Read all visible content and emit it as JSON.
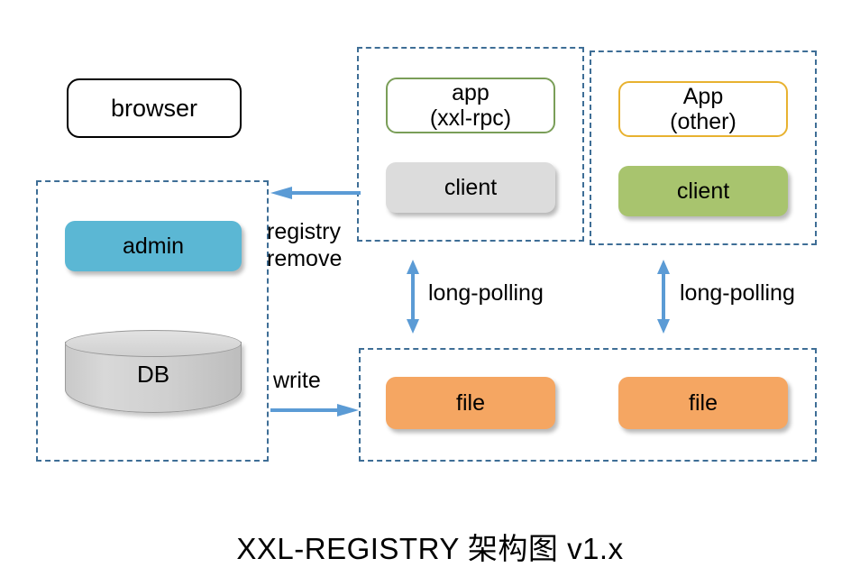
{
  "diagram": {
    "title": "XXL-REGISTRY 架构图 v1.x",
    "colors": {
      "group_border": "#3E6E96",
      "arrow": "#5B9BD5",
      "admin_fill": "#5BB7D4",
      "client_rpc_fill": "#DCDCDC",
      "client_other_fill": "#A8C46E",
      "file_fill": "#F5A662",
      "app_rpc_border": "#7A9E58",
      "app_other_border": "#E8B230",
      "browser_border": "#000000",
      "db_fill": "#CFCFCF"
    },
    "nodes": {
      "browser": "browser",
      "admin": "admin",
      "db": "DB",
      "app_rpc": "app\n(xxl-rpc)",
      "client_rpc": "client",
      "app_other": "App\n(other)",
      "client_other": "client",
      "file_left": "file",
      "file_right": "file"
    },
    "edge_labels": {
      "registry_remove": "registry\nremove",
      "write": "write",
      "long_polling_left": "long-polling",
      "long_polling_right": "long-polling"
    }
  }
}
